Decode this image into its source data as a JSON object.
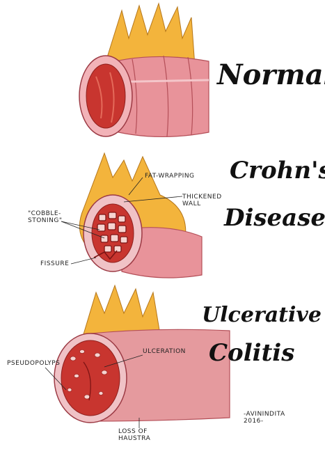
{
  "panels": [
    {
      "title": "Normal"
    },
    {
      "title_line1": "Crohn's",
      "title_line2": "Disease",
      "labels": {
        "fat_wrapping": "FAT-WRAPPING",
        "thickened_wall": "THICKENED\nWALL",
        "cobblestoning": "\"COBBLE-\nSTONING\"",
        "fissure": "FISSURE"
      }
    },
    {
      "title_line1": "Ulcerative",
      "title_line2": "Colitis",
      "labels": {
        "pseudopolyps": "PSEUDOPOLYPS",
        "ulceration": "ULCERATION",
        "loss_of_haustra": "LOSS OF\nHAUSTRA"
      }
    }
  ],
  "signature": "-AVININDITA\n2016-",
  "colors": {
    "tissue": "#d9727a",
    "lumen": "#c8352f",
    "fat": "#f3b43c",
    "ink": "#111111"
  }
}
